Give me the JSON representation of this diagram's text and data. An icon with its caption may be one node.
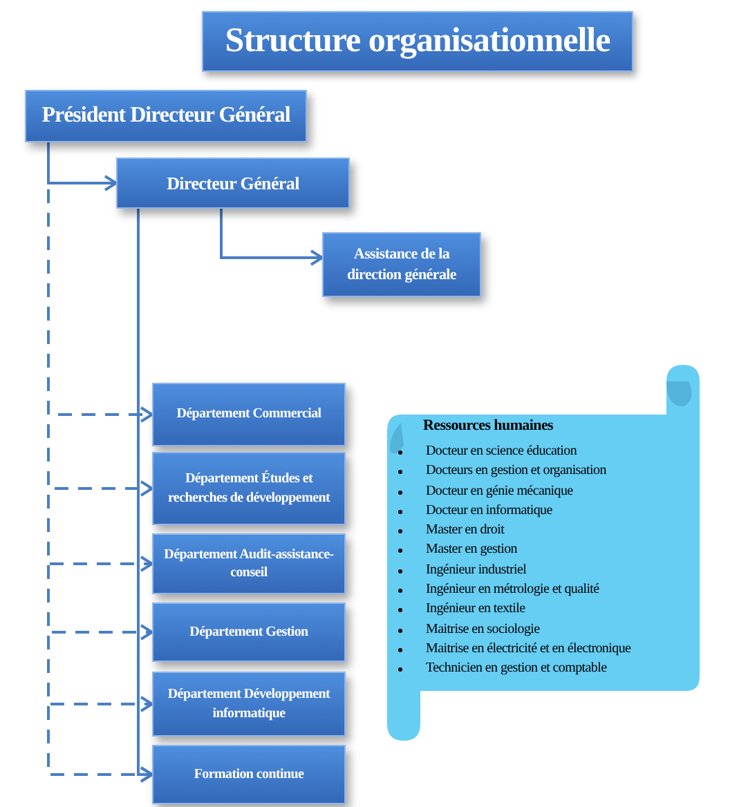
{
  "diagram": {
    "title": "Structure organisationnelle",
    "nodes": [
      {
        "text": [
          "Président Directeur Général"
        ]
      },
      {
        "text": [
          "Directeur Général"
        ]
      },
      {
        "text": [
          "Assistance de la direction générale"
        ]
      },
      {
        "text": [
          "Département Commercial"
        ]
      },
      {
        "text": [
          "Département Études et recherches de développement"
        ]
      },
      {
        "text": [
          "Département Audit-assistance-conseil"
        ]
      },
      {
        "text": [
          "Département Gestion"
        ]
      },
      {
        "text": [
          "Département Développement informatique"
        ]
      },
      {
        "text": [
          "Formation continue"
        ]
      },
      {
        "text": [
          "Ressources humaines",
          "Docteur en science éducation",
          "Docteurs en gestion et organisation",
          "Docteur en génie mécanique",
          "Docteur en informatique",
          "Master en droit",
          "Master en gestion",
          "Ingénieur industriel",
          "Ingénieur en métrologie et qualité",
          "Ingénieur en textile",
          "Maitrise en sociologie",
          "Maitrise en électricité et en électronique",
          "Technicien en gestion et comptable"
        ]
      }
    ],
    "edges": [
      {
        "from": 0,
        "to": 1,
        "arrow": "to"
      },
      {
        "from": 1,
        "to": 2,
        "arrow": "to"
      },
      {
        "from": 0,
        "to": 3,
        "arrow": "to",
        "style": "dashed"
      },
      {
        "from": 0,
        "to": 4,
        "arrow": "to",
        "style": "dashed"
      },
      {
        "from": 0,
        "to": 5,
        "arrow": "to",
        "style": "dashed"
      },
      {
        "from": 0,
        "to": 6,
        "arrow": "to",
        "style": "dashed"
      },
      {
        "from": 0,
        "to": 7,
        "arrow": "to",
        "style": "dashed"
      },
      {
        "from": 0,
        "to": 8,
        "arrow": "to",
        "style": "dashed"
      },
      {
        "from": 1,
        "to": 8,
        "arrow": "to"
      }
    ]
  }
}
